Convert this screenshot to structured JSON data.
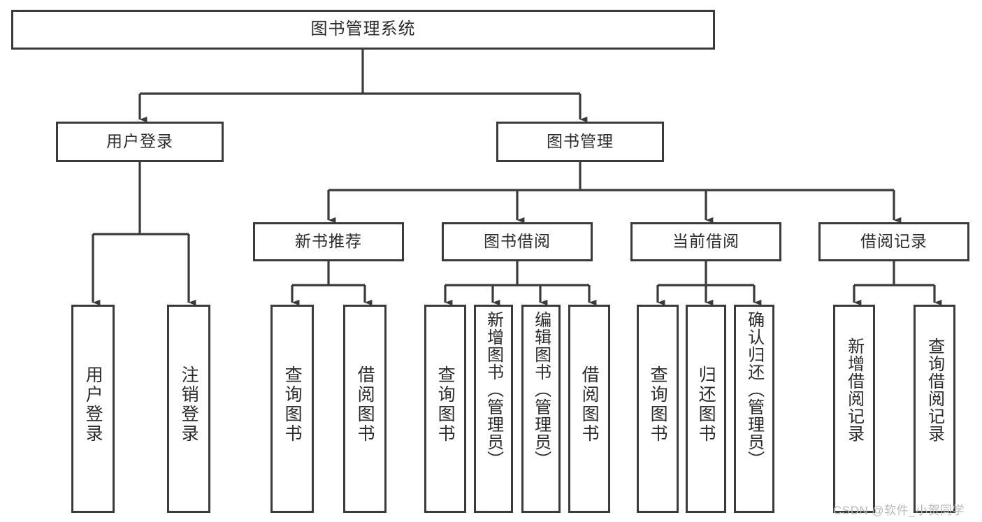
{
  "diagram": {
    "title": "图书管理系统",
    "type": "tree-hierarchy-chart",
    "watermark": "CSDN @软件_小贺同学",
    "colors": {
      "box_border": "#3a3a3a",
      "box_fill": "#ffffff",
      "connector": "#3a3a3a",
      "text": "#2b2b2b",
      "watermark": "#b9b9b9",
      "background": "#ffffff"
    },
    "nodes": {
      "root": {
        "label": "图书管理系统"
      },
      "level1": [
        {
          "id": "user-login",
          "label": "用户登录"
        },
        {
          "id": "book-management",
          "label": "图书管理"
        }
      ],
      "level2": [
        {
          "id": "new-book-recommend",
          "label": "新书推荐"
        },
        {
          "id": "book-borrow",
          "label": "图书借阅"
        },
        {
          "id": "current-borrow",
          "label": "当前借阅"
        },
        {
          "id": "borrow-record",
          "label": "借阅记录"
        }
      ],
      "leaves": {
        "user-login": [
          {
            "id": "leaf-user-login",
            "label": "用户登录"
          },
          {
            "id": "leaf-logout-login",
            "label": "注销登录"
          }
        ],
        "new-book-recommend": [
          {
            "id": "leaf-query-book-1",
            "label": "查询图书"
          },
          {
            "id": "leaf-borrow-book-1",
            "label": "借阅图书"
          }
        ],
        "book-borrow": [
          {
            "id": "leaf-query-book-2",
            "label": "查询图书"
          },
          {
            "id": "leaf-add-book-admin",
            "label": "新增图书（管理员）"
          },
          {
            "id": "leaf-edit-book-admin",
            "label": "编辑图书（管理员）"
          },
          {
            "id": "leaf-borrow-book-2",
            "label": "借阅图书"
          }
        ],
        "current-borrow": [
          {
            "id": "leaf-query-book-3",
            "label": "查询图书"
          },
          {
            "id": "leaf-return-book",
            "label": "归还图书"
          },
          {
            "id": "leaf-confirm-return-admin",
            "label": "确认归还（管理员）"
          }
        ],
        "borrow-record": [
          {
            "id": "leaf-add-borrow-record",
            "label": "新增借阅记录"
          },
          {
            "id": "leaf-query-borrow-record",
            "label": "查询借阅记录"
          }
        ]
      }
    }
  }
}
